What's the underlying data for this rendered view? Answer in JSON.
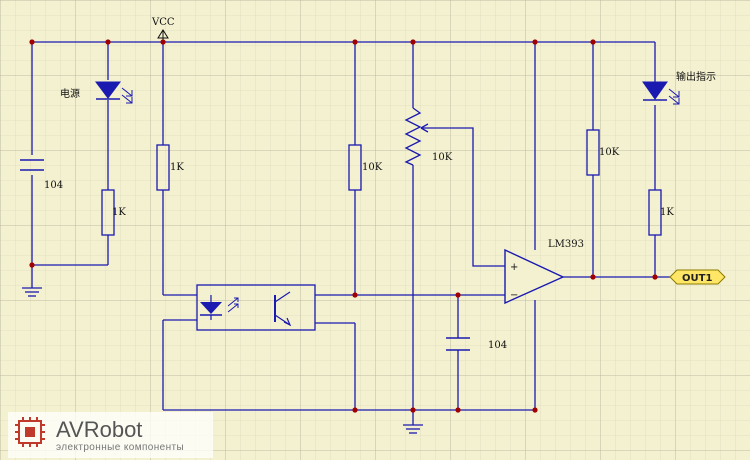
{
  "labels": {
    "vcc": "VCC",
    "led_power": "电源",
    "led_output": "输出指示",
    "c1": "104",
    "c2": "104",
    "r_led_power": "1K",
    "r_opto": "1K",
    "r_pullup": "10K",
    "pot": "10K",
    "r_out_pullup": "10K",
    "r_led_out": "1K",
    "comparator": "LM393",
    "out_port": "OUT1",
    "comp_plus": "+",
    "comp_minus": "−"
  },
  "watermark": {
    "brand": "AVRobot",
    "tagline": "электронные компоненты"
  },
  "colors": {
    "wire": "#1a1ab0",
    "component": "#1a1ab0",
    "junction": "#a00000",
    "grid_fine": "#d4d2b8",
    "grid_major": "#b3b098",
    "port_fill": "#ffe666"
  }
}
